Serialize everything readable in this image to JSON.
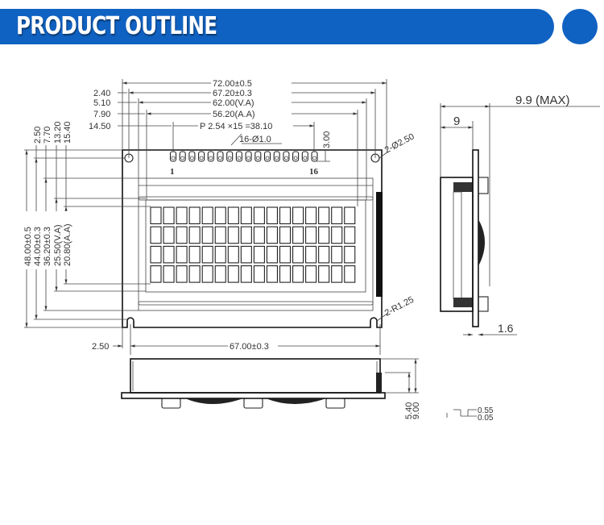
{
  "header": {
    "title": "PRODUCT OUTLINE",
    "accent_color": "#1062c2"
  },
  "front_view": {
    "top_dims": [
      "72.00±0.5",
      "67.20±0.3",
      "62.00(V.A)",
      "56.20(A.A)",
      "P 2.54 ×15 =38.10"
    ],
    "left_offsets": [
      "2.40",
      "5.10",
      "7.90",
      "14.50"
    ],
    "pin_label": "16-Ø1.0",
    "pin_first": "1",
    "pin_last": "16",
    "pin_offset": "3.00",
    "hole_label": "2-Ø2.50",
    "radius_label": "2-R1.25",
    "vertical_offsets": [
      "2.50",
      "7.70",
      "13.20",
      "15.40"
    ],
    "vertical_dims": [
      "48.00±0.5",
      "44.00±0.3",
      "36.20±0.3",
      "25.50(V.A)",
      "20.80(A.A)"
    ],
    "bottom_offset": "2.50",
    "bottom_dim": "67.00±0.3",
    "char_columns": 16,
    "char_rows": 4
  },
  "side_view": {
    "max_thickness": "9.9 (MAX)",
    "thickness": "9",
    "pcb": "1.6"
  },
  "bottom_view": {
    "dims": [
      "5.40",
      "9.00"
    ]
  },
  "detail": {
    "dims": [
      "0.55",
      "0.05"
    ]
  }
}
